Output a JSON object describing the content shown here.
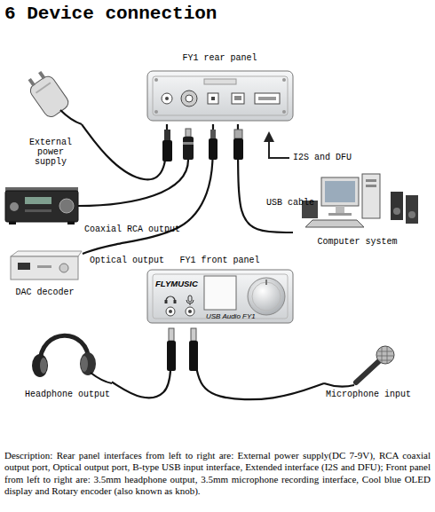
{
  "diagram": {
    "title": "6 Device connection",
    "caption": "Description: Rear panel interfaces from left to right are: External power supply(DC 7-9V), RCA coaxial output port, Optical output port, B-type USB input interface, Extended interface (I2S and DFU); Front panel from left to right are: 3.5mm headphone output, 3.5mm microphone recording interface, Cool blue OLED display and Rotary encoder (also known as knob).",
    "nodes": [
      {
        "text": [
          "FY1 rear panel"
        ]
      },
      {
        "text": [
          "External power supply"
        ]
      },
      {
        "text": [
          "DAC decoder"
        ]
      },
      {
        "text": [
          "Computer system"
        ]
      },
      {
        "text": [
          "FY1 front panel",
          "FLYMUSIC",
          "USB Audio FY1"
        ]
      },
      {
        "text": [
          "Headphone output"
        ]
      },
      {
        "text": [
          "Microphone input"
        ]
      }
    ],
    "edges": [
      {
        "from": 1,
        "to": 0,
        "arrow": "none"
      },
      {
        "from": 2,
        "to": 0,
        "label": "Optical output",
        "arrow": "none"
      },
      {
        "from": 3,
        "to": 0,
        "label": "USB cable",
        "arrow": "none"
      },
      {
        "from": 5,
        "to": 4,
        "arrow": "none"
      },
      {
        "from": 6,
        "to": 4,
        "arrow": "none"
      }
    ],
    "labels": [
      "Coaxial RCA output",
      "I2S and DFU"
    ]
  }
}
